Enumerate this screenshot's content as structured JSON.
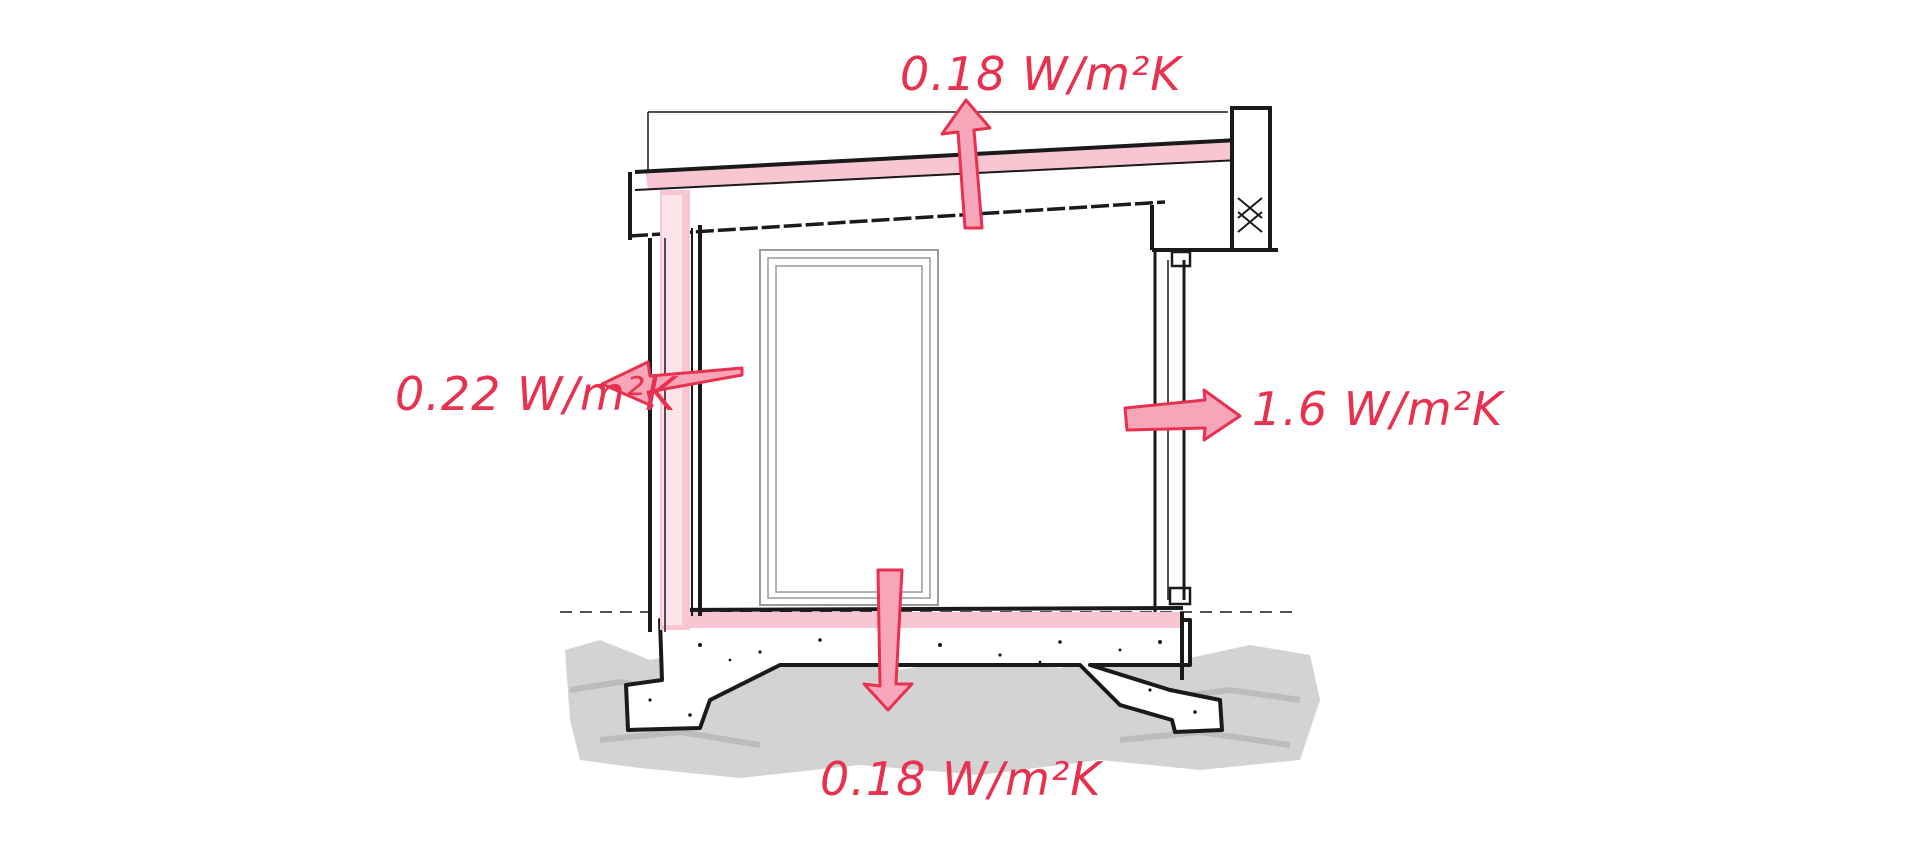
{
  "diagram": {
    "colors": {
      "ink": "#1a1a1a",
      "accent": "#e8314f",
      "insulation": "#f7c6d2",
      "insulation_light": "#fde4eb",
      "ground": "#cfcfcf"
    },
    "labels": {
      "roof": "0.18 W/m²K",
      "wall": "0.22 W/m²K",
      "window": "1.6 W/m²K",
      "floor": "0.18 W/m²K"
    }
  }
}
